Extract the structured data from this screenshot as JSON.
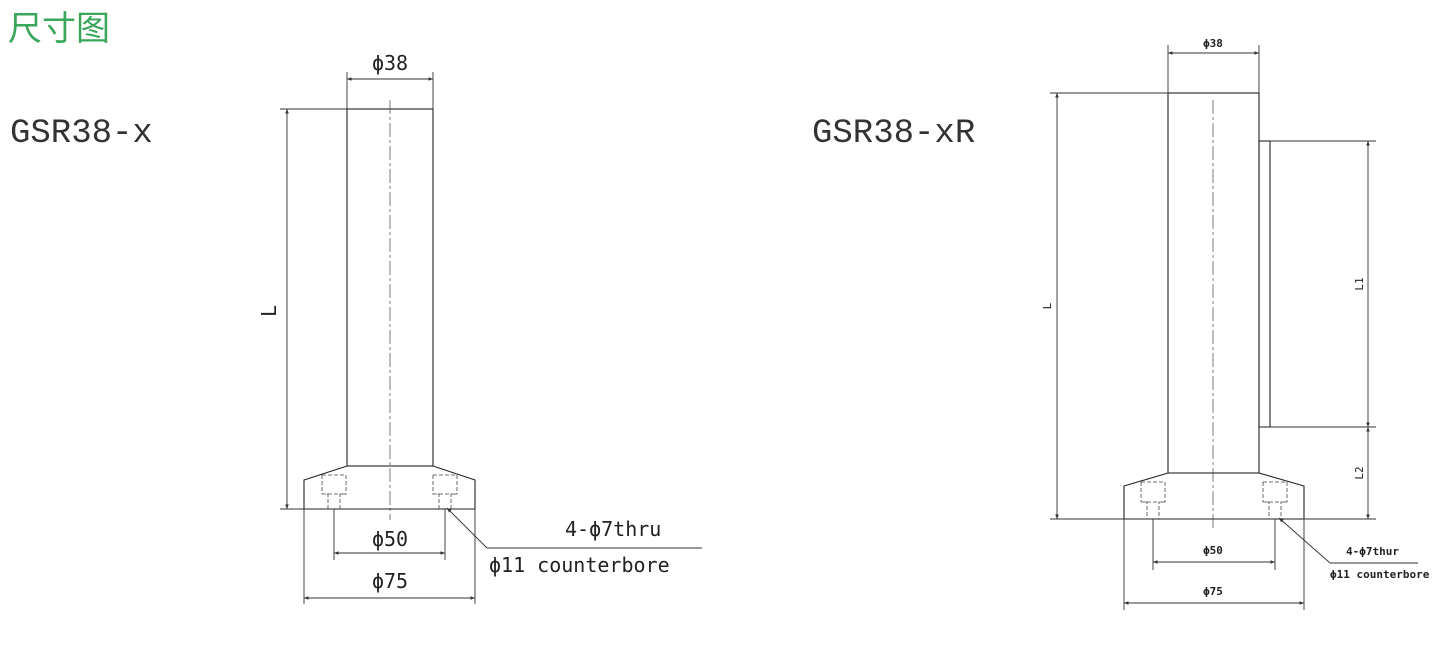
{
  "page": {
    "title": "尺寸图",
    "title_color": "#3aa65a"
  },
  "left_drawing": {
    "model": "GSR38-x",
    "dim_top": "ϕ38",
    "dim_length": "L",
    "dim_inner": "ϕ50",
    "dim_outer": "ϕ75",
    "note_line1": "4-ϕ7thru",
    "note_line2": "ϕ11 counterbore"
  },
  "right_drawing": {
    "model": "GSR38-xR",
    "dim_top": "ϕ38",
    "dim_length": "L",
    "dim_l1": "L1",
    "dim_l2": "L2",
    "dim_inner": "ϕ50",
    "dim_outer": "ϕ75",
    "note_line1": "4-ϕ7thur",
    "note_line2": "ϕ11 counterbore"
  }
}
